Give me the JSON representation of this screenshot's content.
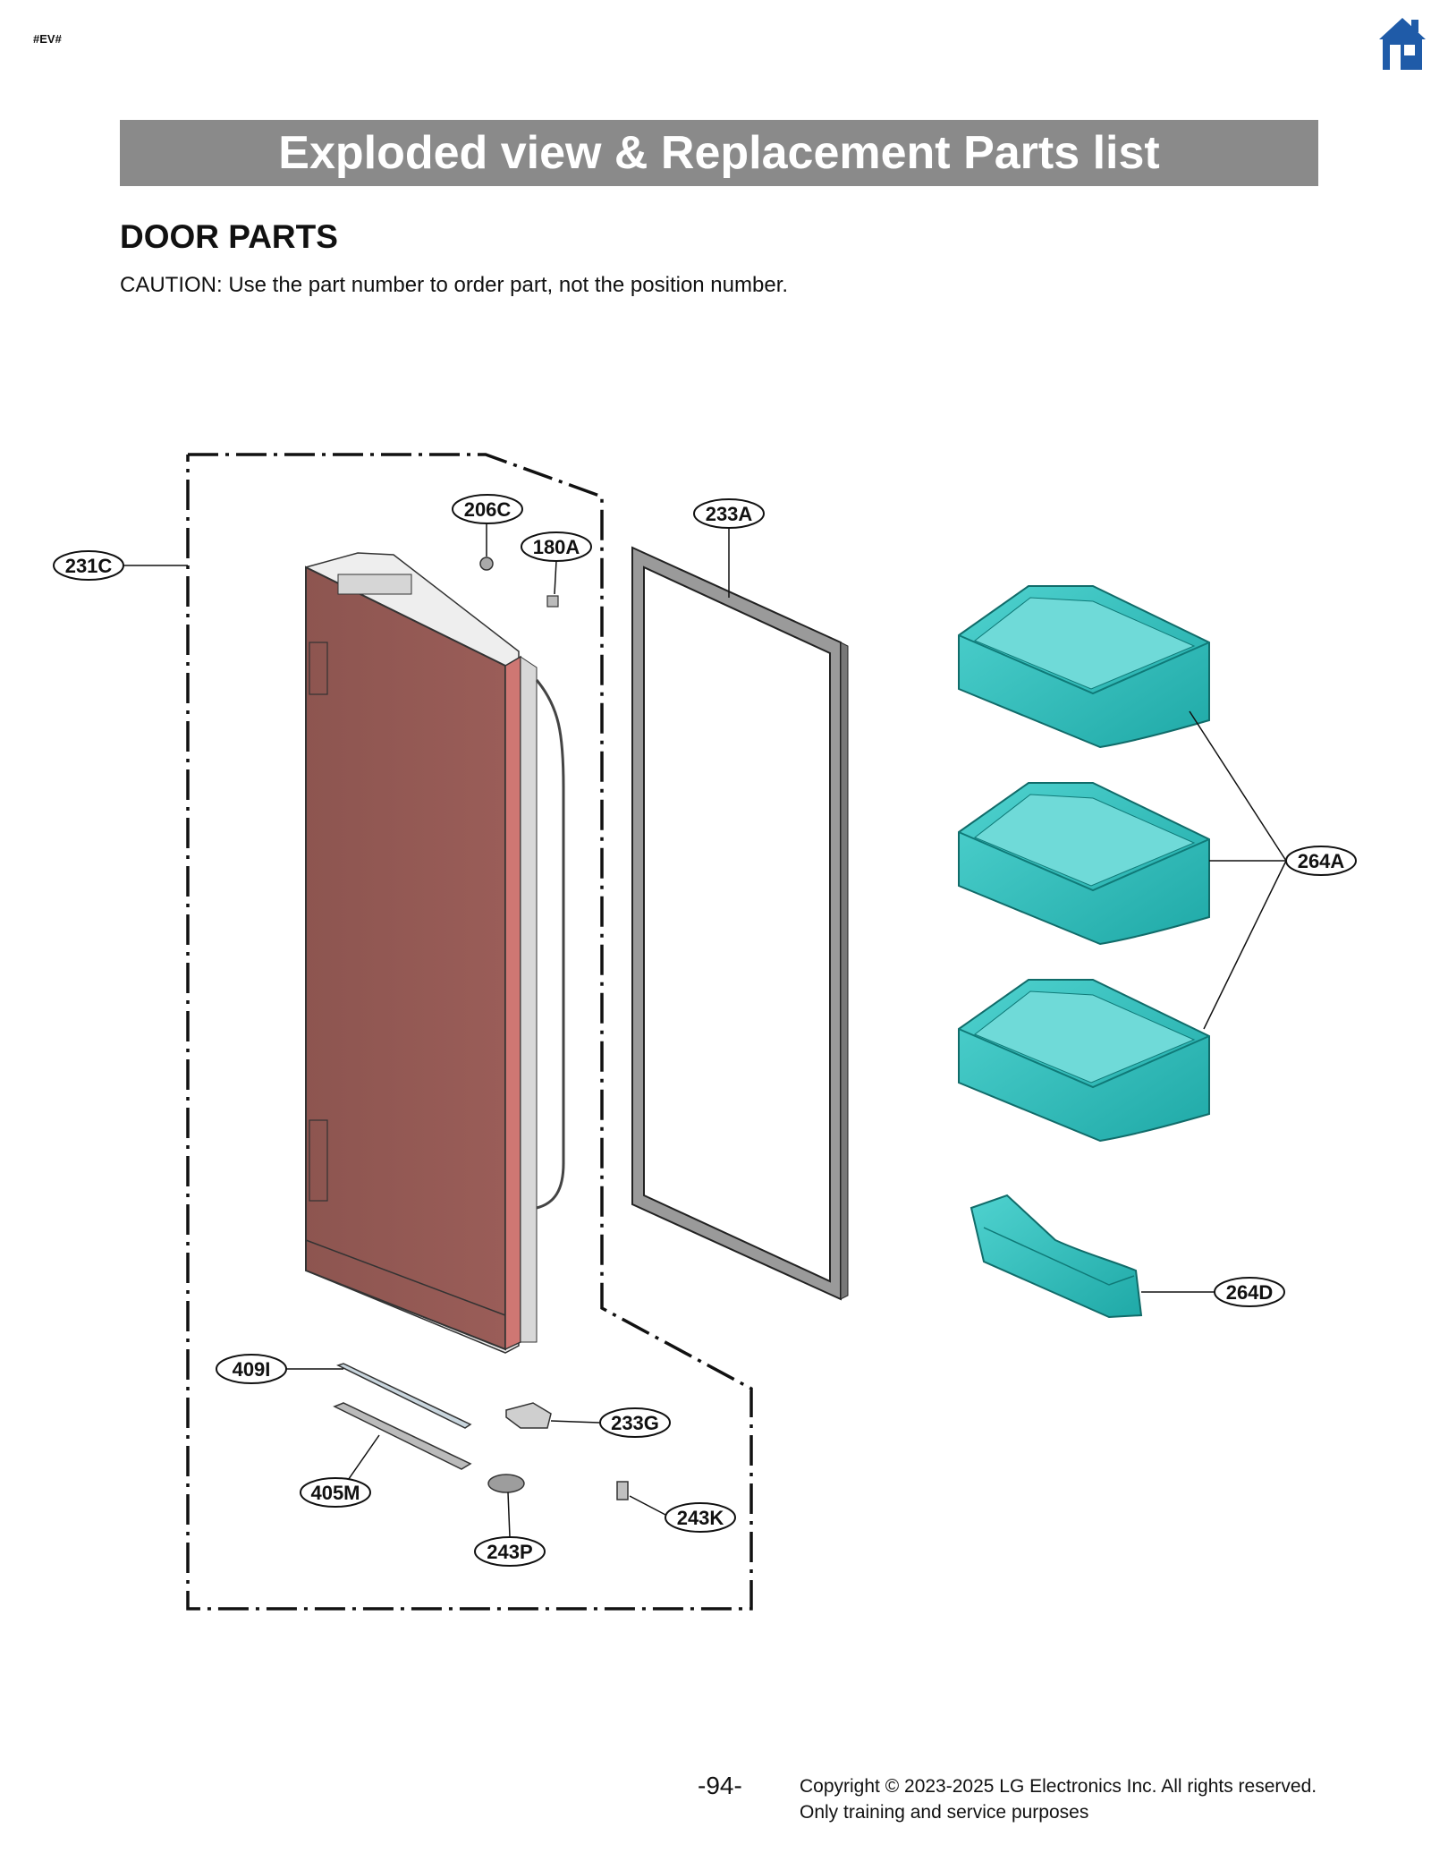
{
  "header": {
    "tag": "#EV#",
    "home_icon": "home-icon"
  },
  "banner": {
    "title": "Exploded view & Replacement Parts list"
  },
  "section": {
    "title": "DOOR PARTS",
    "caution": "CAUTION: Use the part number to order part, not the position number."
  },
  "callouts": {
    "c231C": "231C",
    "c206C": "206C",
    "c180A": "180A",
    "c233A": "233A",
    "c264A": "264A",
    "c264D": "264D",
    "c409I": "409I",
    "c233G": "233G",
    "c405M": "405M",
    "c243K": "243K",
    "c243P": "243P"
  },
  "colors": {
    "door": "#b86560",
    "bin": "#2fc2c0",
    "banner": "#8a8a8a",
    "home": "#1f5ba8"
  },
  "footer": {
    "page_number": "-94-",
    "copyright": "Copyright © 2023-2025 LG Electronics Inc. All rights reserved.",
    "note": "Only training and service purposes"
  }
}
